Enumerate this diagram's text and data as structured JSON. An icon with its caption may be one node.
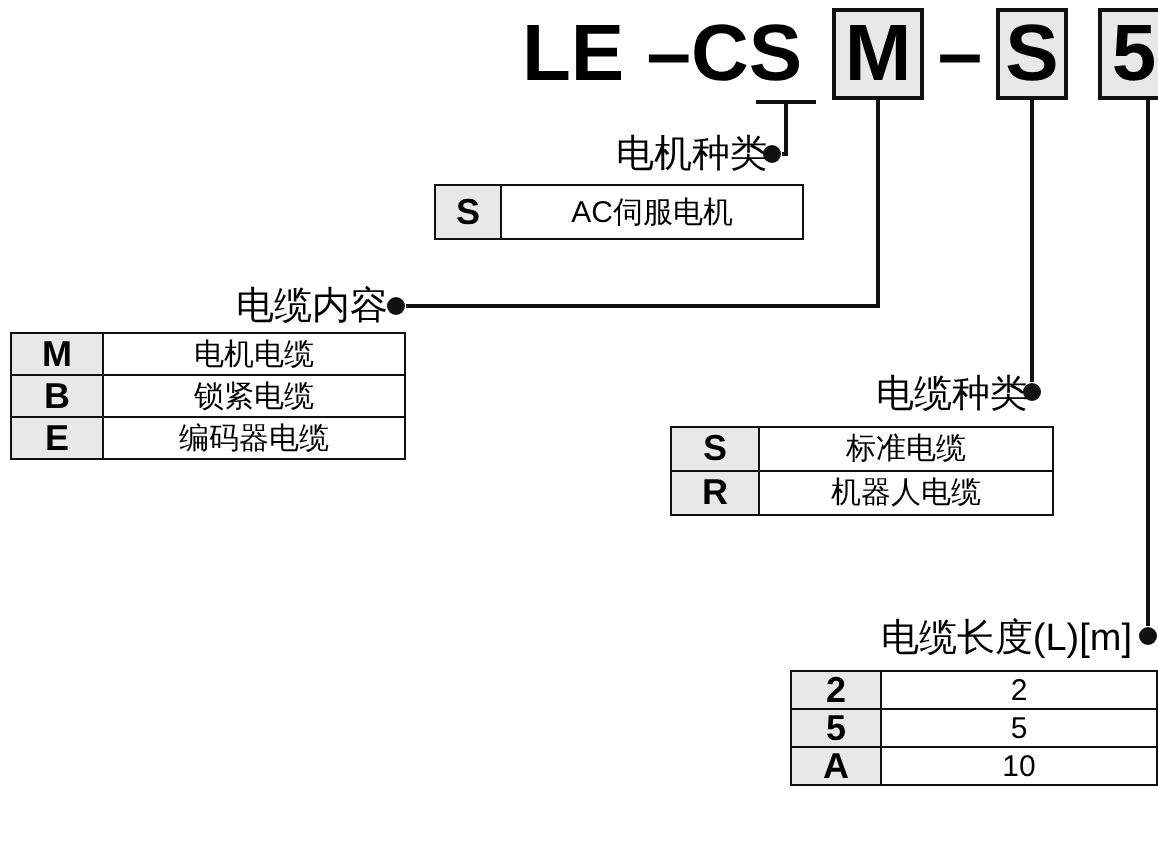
{
  "diagram": {
    "nodes": [
      {
        "text": [
          "LE –CS"
        ]
      },
      {
        "text": [
          "M"
        ]
      },
      {
        "text": [
          "S"
        ]
      },
      {
        "text": [
          "5"
        ]
      },
      {
        "text": [
          "电机种类"
        ]
      },
      {
        "text": [
          "电缆内容"
        ]
      },
      {
        "text": [
          "电缆种类"
        ]
      },
      {
        "text": [
          "电缆长度(L)[m]"
        ]
      }
    ],
    "edges": [
      {
        "from": 0,
        "to": 4,
        "arrow": "other"
      },
      {
        "from": 1,
        "to": 5,
        "arrow": "other"
      },
      {
        "from": 2,
        "to": 6,
        "arrow": "other"
      },
      {
        "from": 3,
        "to": 7,
        "arrow": "other"
      }
    ],
    "labels": [
      "–",
      "S",
      "AC伺服电机",
      "M",
      "电机电缆",
      "B",
      "锁紧电缆",
      "E",
      "编码器电缆",
      "S",
      "标准电缆",
      "R",
      "机器人电缆",
      "2",
      "2",
      "5",
      "5",
      "A",
      "10"
    ]
  }
}
